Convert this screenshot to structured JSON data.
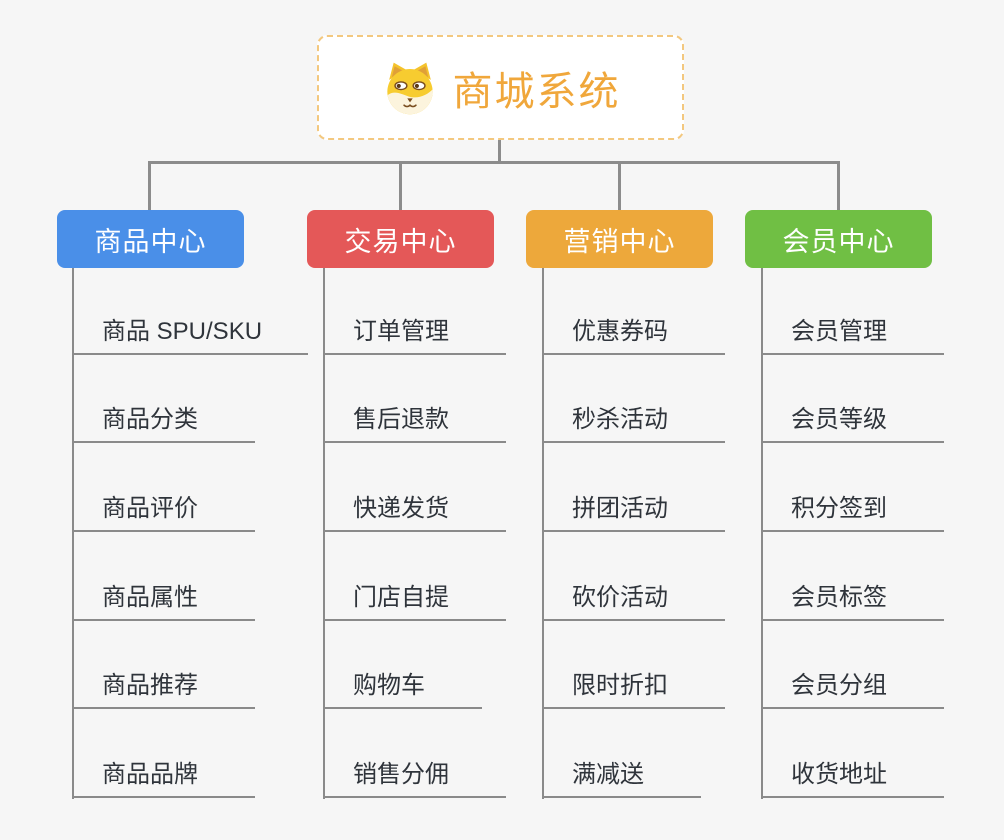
{
  "root": {
    "title": "商城系统",
    "icon": "dog-face-icon",
    "title_color": "#f0a73b",
    "border_color": "#f3c87f"
  },
  "connector_color": "#8c8c8c",
  "branches": [
    {
      "label": "商品中心",
      "color": "#4a8fe8",
      "items": [
        "商品 SPU/SKU",
        "商品分类",
        "商品评价",
        "商品属性",
        "商品推荐",
        "商品品牌"
      ]
    },
    {
      "label": "交易中心",
      "color": "#e45858",
      "items": [
        "订单管理",
        "售后退款",
        "快递发货",
        "门店自提",
        "购物车",
        "销售分佣"
      ]
    },
    {
      "label": "营销中心",
      "color": "#eda83b",
      "items": [
        "优惠券码",
        "秒杀活动",
        "拼团活动",
        "砍价活动",
        "限时折扣",
        "满减送"
      ]
    },
    {
      "label": "会员中心",
      "color": "#70bf44",
      "items": [
        "会员管理",
        "会员等级",
        "积分签到",
        "会员标签",
        "会员分组",
        "收货地址"
      ]
    }
  ]
}
